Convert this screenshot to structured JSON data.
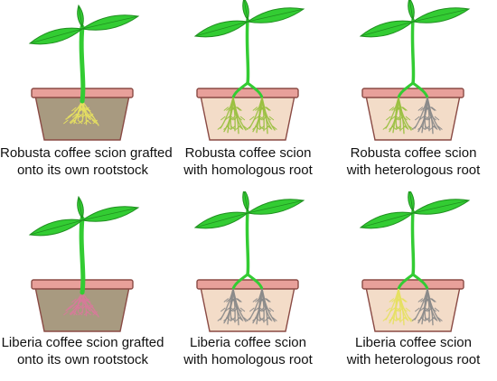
{
  "panels": [
    {
      "line1": "Robusta coffee scion grafted",
      "line2": "onto its own rootstock"
    },
    {
      "line1": "Robusta coffee scion",
      "line2": "with homologous root"
    },
    {
      "line1": "Robusta coffee scion",
      "line2": "with heterologous root"
    },
    {
      "line1": "Liberia coffee scion grafted",
      "line2": "onto its own rootstock"
    },
    {
      "line1": "Liberia coffee scion",
      "line2": "with homologous root"
    },
    {
      "line1": "Liberia coffee scion",
      "line2": "with heterologous root"
    }
  ],
  "colors": {
    "leaf": "#33cc33",
    "leaf_dark": "#1f8f1f",
    "pot_rim": "#e8a09a",
    "pot_outline": "#8a4a44",
    "soil_single": "#a89a80",
    "soil_double": "#f3dcc8",
    "root_yellow": "#e6e060",
    "root_green": "#9ac040",
    "root_pink": "#d77a9a",
    "root_grey": "#8a8a8a"
  }
}
